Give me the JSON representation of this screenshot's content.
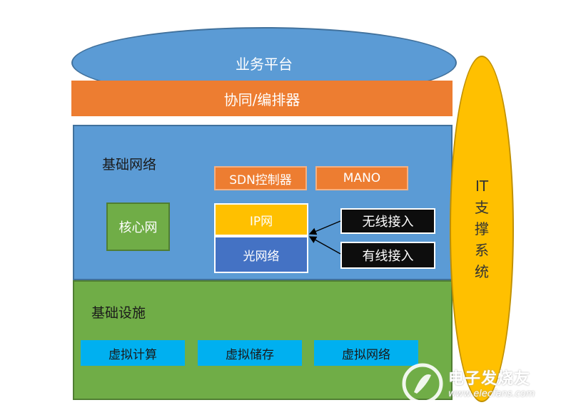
{
  "diagram": {
    "platform": "业务平台",
    "orchestrator": "协同/编排器",
    "network_layer": {
      "title": "基础网络",
      "core_net": "核心网",
      "sdn_controller": "SDN控制器",
      "mano": "MANO",
      "ip_net": "IP网",
      "optical_net": "光网络",
      "wireless_access": "无线接入",
      "wired_access": "有线接入"
    },
    "infra_layer": {
      "title": "基础设施",
      "items": [
        "虚拟计算",
        "虚拟储存",
        "虚拟网络"
      ]
    },
    "it_support": [
      "IT",
      "支",
      "撑",
      "系",
      "统"
    ]
  },
  "watermark": {
    "name": "电子发烧友",
    "url": "www.elecfans.com"
  },
  "colors": {
    "blue": "#5b9bd5",
    "orange": "#ed7d31",
    "green": "#70ad47",
    "yellow": "#ffc000",
    "dark_blue": "#4472c4",
    "cyan": "#00b0f0",
    "black": "#0d0d0d"
  }
}
